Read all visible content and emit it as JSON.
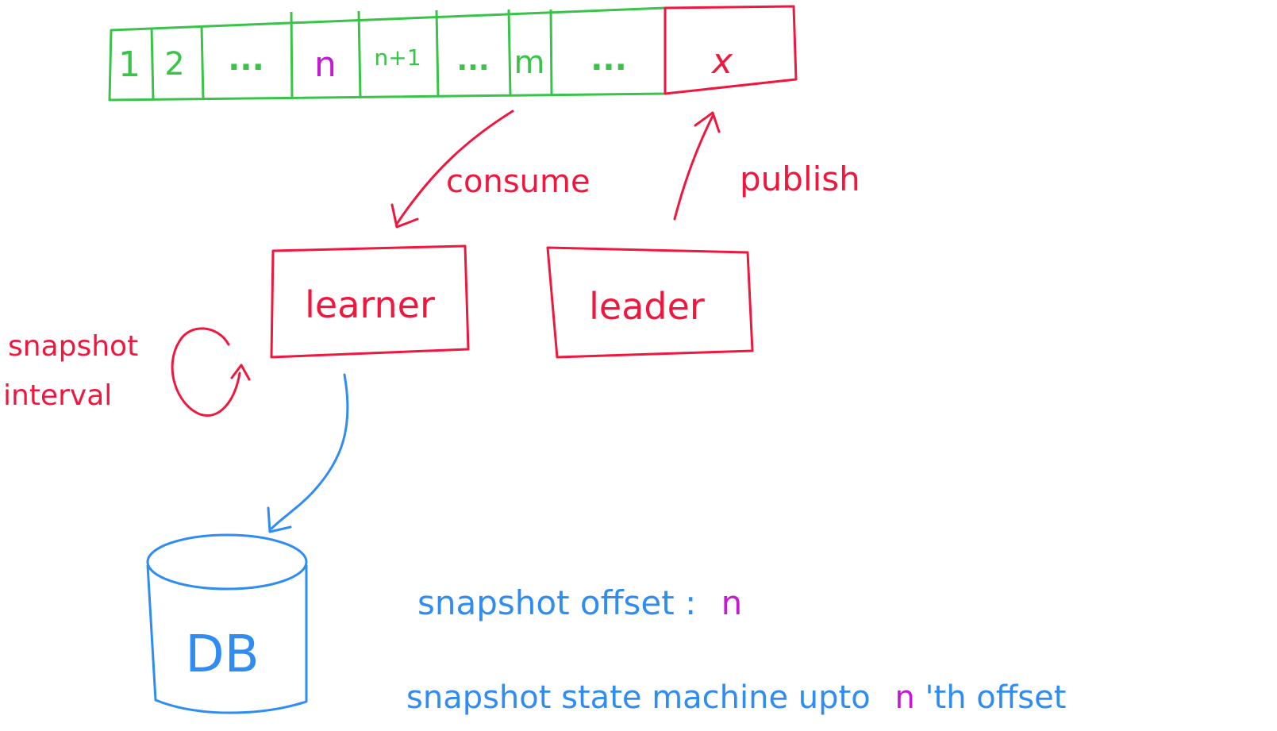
{
  "colors": {
    "green": "#39c349",
    "red": "#f0173f",
    "blue": "#2e8cf2",
    "magenta": "#c21bd1"
  },
  "log": {
    "cells": [
      "1",
      "2",
      "...",
      "n",
      "n+1",
      "...",
      "m",
      "...",
      "x"
    ]
  },
  "labels": {
    "consume": "consume",
    "publish": "publish",
    "learner": "learner",
    "leader": "leader",
    "snapshot_line1": "snapshot",
    "snapshot_line2": "interval",
    "db": "DB"
  },
  "notes": {
    "line1": {
      "prefix": "snapshot offset :",
      "highlight": "n"
    },
    "line2": {
      "prefix": "snapshot state machine upto",
      "highlight": "n",
      "suffix": "'th offset"
    }
  }
}
